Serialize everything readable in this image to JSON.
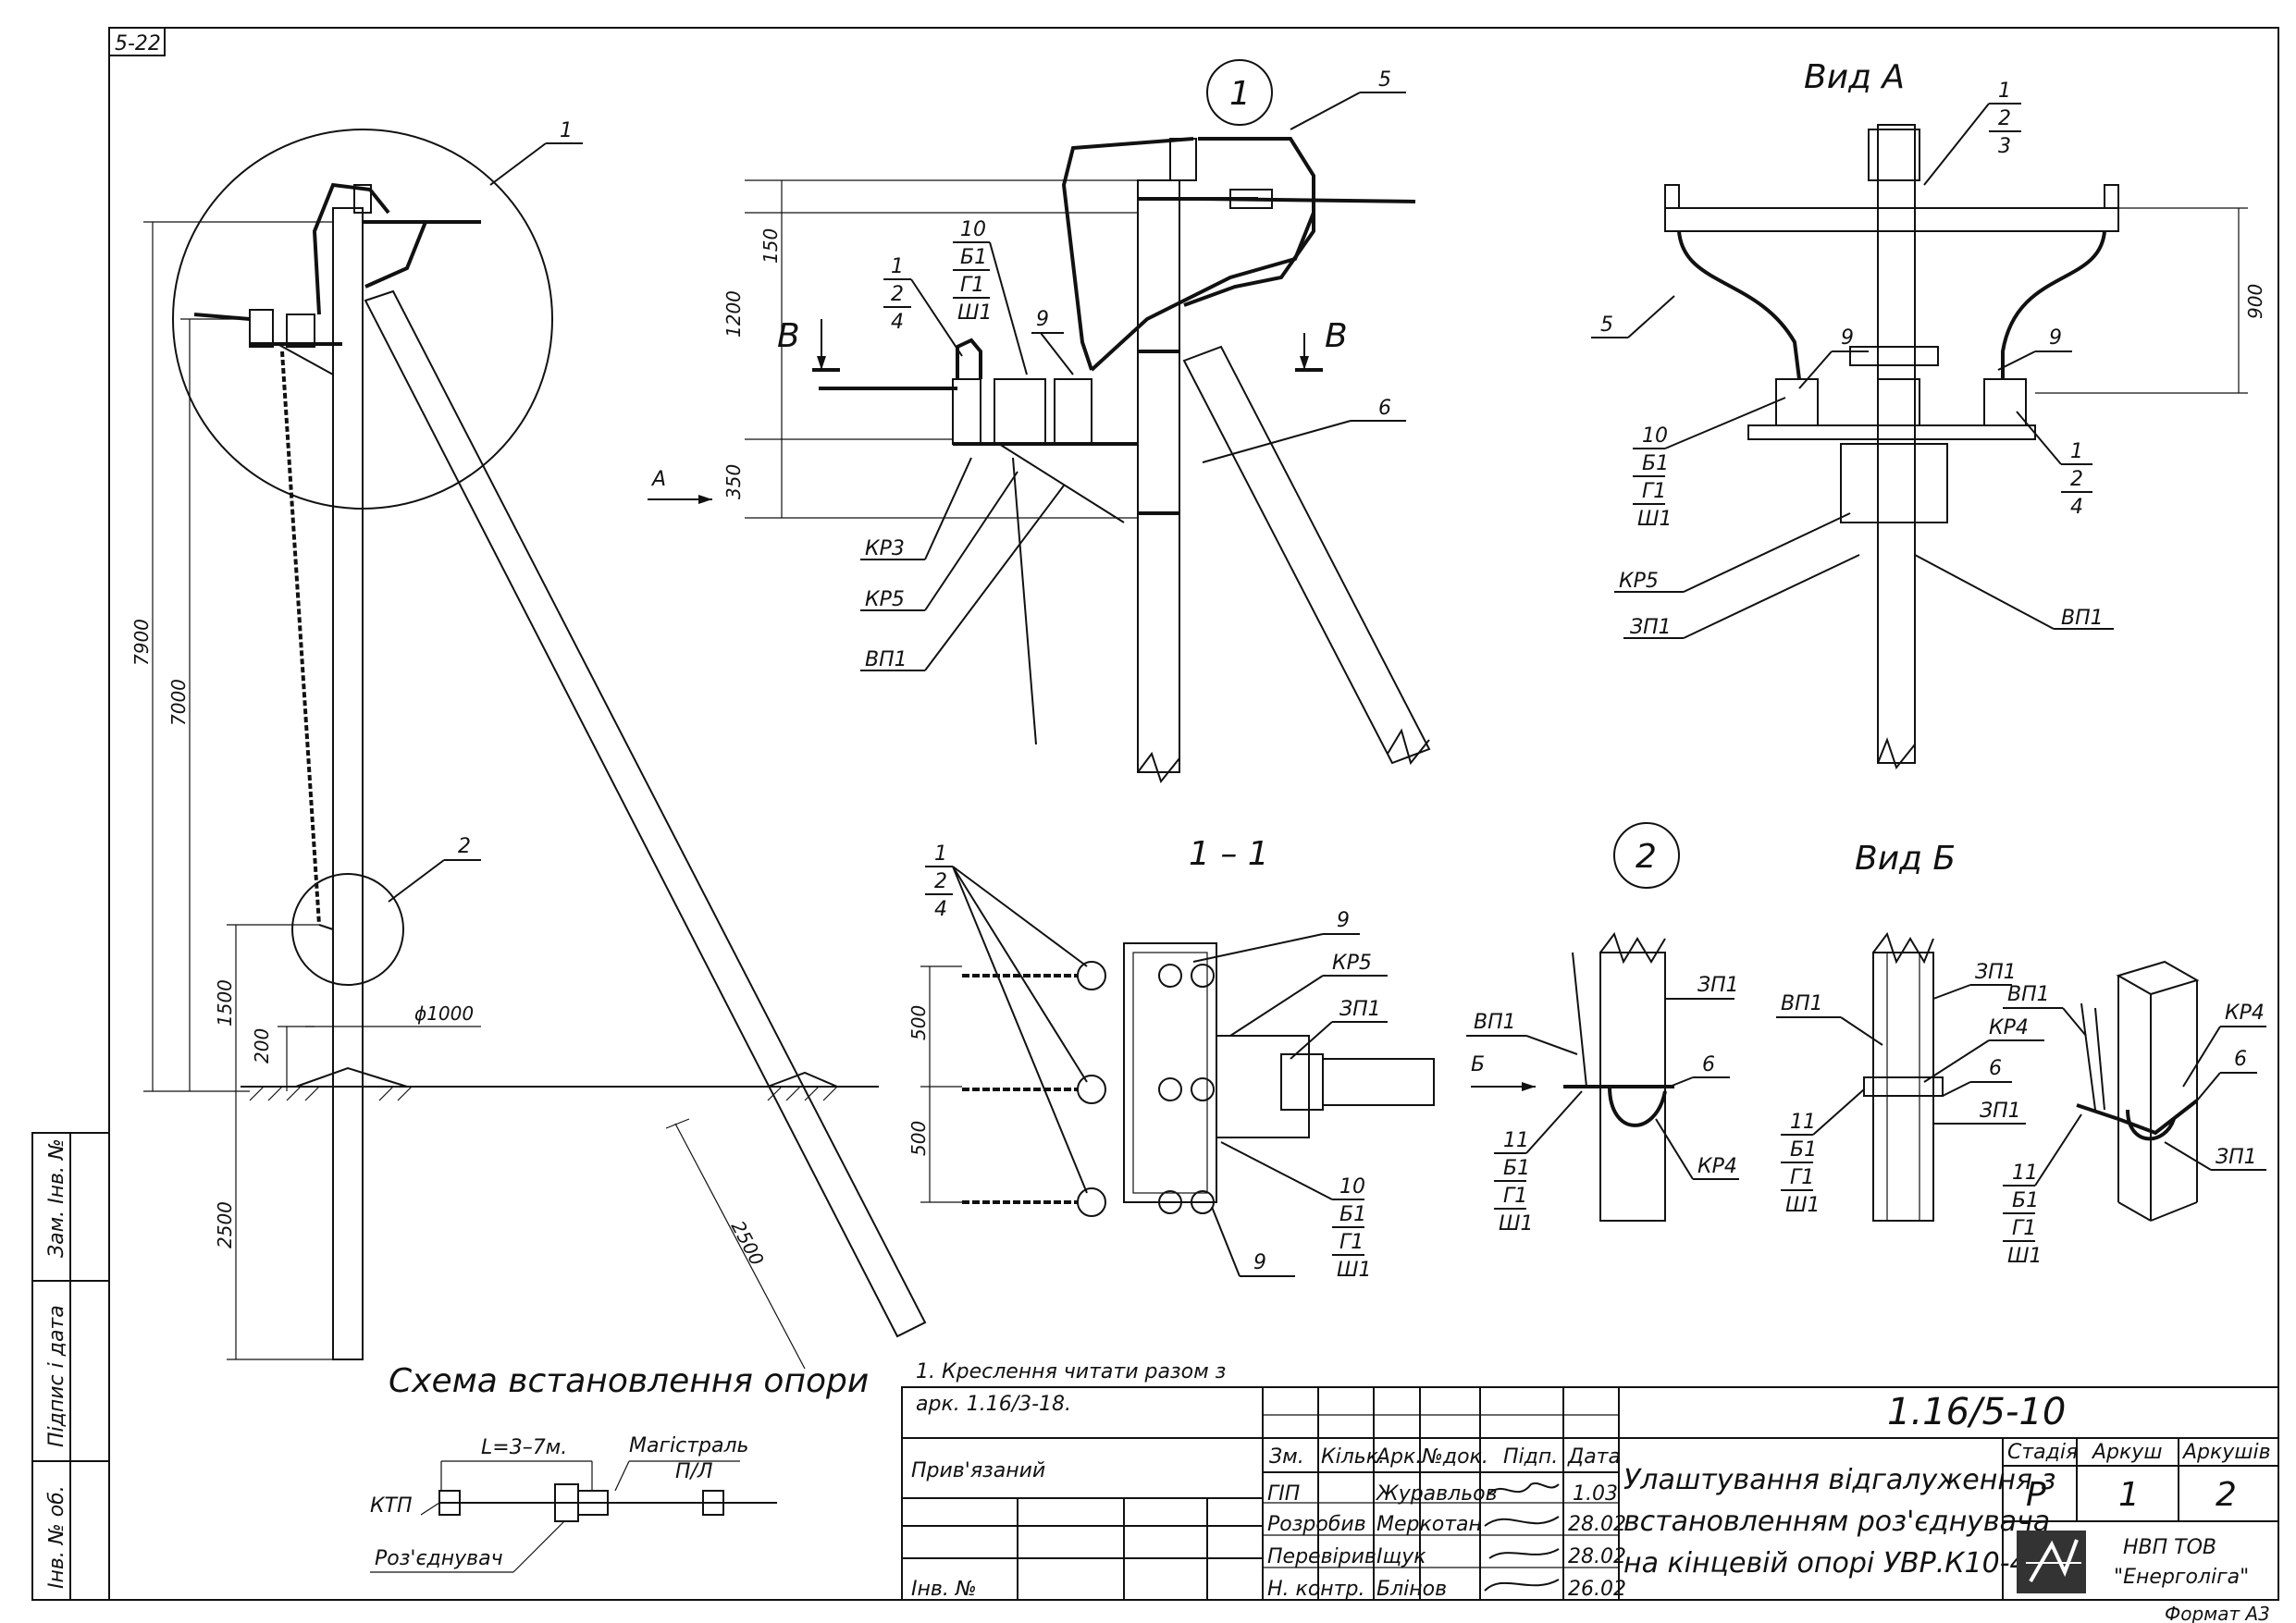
{
  "sheet": {
    "sheet_code": "5-22",
    "format": "Формат А3"
  },
  "side_stamp": {
    "inv_replace": "Зам. Інв. №",
    "sign_date": "Підпис і дата",
    "inv_orig": "Інв. № об."
  },
  "main_view": {
    "callout_1": "1",
    "callout_2": "2",
    "dim_7900": "7900",
    "dim_7000": "7000",
    "dim_1500": "1500",
    "dim_200": "200",
    "dim_2500_v": "2500",
    "dim_2500_s": "2500",
    "phi": "ϕ1000"
  },
  "detail_1": {
    "circle_label": "1",
    "pos5": "5",
    "pos6": "6",
    "pos9": "9",
    "pos_group_a": [
      "1",
      "2",
      "4"
    ],
    "pos_group_b": [
      "10",
      "Б1",
      "Г1",
      "Ш1"
    ],
    "dim_150": "150",
    "dim_1200": "1200",
    "dim_350": "350",
    "section_b_left": "В",
    "section_b_right": "В",
    "view_arrow": "А",
    "kr3": "КР3",
    "kr5": "КР5",
    "vp1": "ВП1"
  },
  "view_a": {
    "title": "Вид А",
    "top_group": [
      "1",
      "2",
      "3"
    ],
    "pos5": "5",
    "pos9_l": "9",
    "pos9_r": "9",
    "dim_900": "900",
    "left_group": [
      "10",
      "Б1",
      "Г1",
      "Ш1"
    ],
    "right_group": [
      "1",
      "2",
      "4"
    ],
    "kr5": "КР5",
    "zp1": "ЗП1",
    "vp1": "ВП1"
  },
  "section_1_1": {
    "title": "1 – 1",
    "group_a": [
      "1",
      "2",
      "4"
    ],
    "pos9_top": "9",
    "pos9_bot": "9",
    "kr5": "КР5",
    "zp1": "ЗП1",
    "dim_500_a": "500",
    "dim_500_b": "500",
    "group_b": [
      "10",
      "Б1",
      "Г1",
      "Ш1"
    ]
  },
  "detail_2": {
    "circle_label": "2",
    "vp1": "ВП1",
    "zp1": "ЗП1",
    "arrow_b": "Б",
    "pos6": "6",
    "kr4": "КР4",
    "group": [
      "11",
      "Б1",
      "Г1",
      "Ш1"
    ]
  },
  "view_b": {
    "title": "Вид Б",
    "vp1": "ВП1",
    "zp1_top": "ЗП1",
    "kr4": "КР4",
    "pos6": "6",
    "zp1_mid": "ЗП1",
    "group": [
      "11",
      "Б1",
      "Г1",
      "Ш1"
    ]
  },
  "iso_view": {
    "vp1": "ВП1",
    "kr4": "КР4",
    "pos6": "6",
    "zp1": "ЗП1",
    "group": [
      "11",
      "Б1",
      "Г1",
      "Ш1"
    ]
  },
  "scheme": {
    "title": "Схема встановлення опори",
    "distance": "L=3–7м.",
    "mainline_1": "Магістраль",
    "mainline_2": "П/Л",
    "ktp": "КТП",
    "disconnector": "Роз'єднувач"
  },
  "note": {
    "line1": "1. Креслення читати разом з",
    "line2": "арк. 1.16/3-18."
  },
  "title_block": {
    "code": "1.16/5-10",
    "bound": "Прив'язаний",
    "inv_no": "Інв. №",
    "col_zm": "Зм.",
    "col_kilk": "Кільк.",
    "col_ark": "Арк.",
    "col_doc": "№док.",
    "col_sign": "Підп.",
    "col_date": "Дата",
    "rows": [
      {
        "role": "ГІП",
        "name": "Журавльов",
        "date": "1.03"
      },
      {
        "role": "Розробив",
        "name": "Меркотан",
        "date": "28.02"
      },
      {
        "role": "Перевірив",
        "name": "Іщук",
        "date": "28.02"
      },
      {
        "role": "Н. контр.",
        "name": "Блінов",
        "date": "26.02"
      }
    ],
    "description_1": "Улаштування відгалуження з",
    "description_2": "встановленням роз'єднувача",
    "description_3": "на кінцевій опорі УВР.К10-4",
    "stage_label": "Стадія",
    "sheet_label": "Аркуш",
    "sheets_label": "Аркушів",
    "stage": "Р",
    "sheet": "1",
    "sheets": "2",
    "company_1": "НВП ТОВ",
    "company_2": "\"Енерголіга\""
  }
}
